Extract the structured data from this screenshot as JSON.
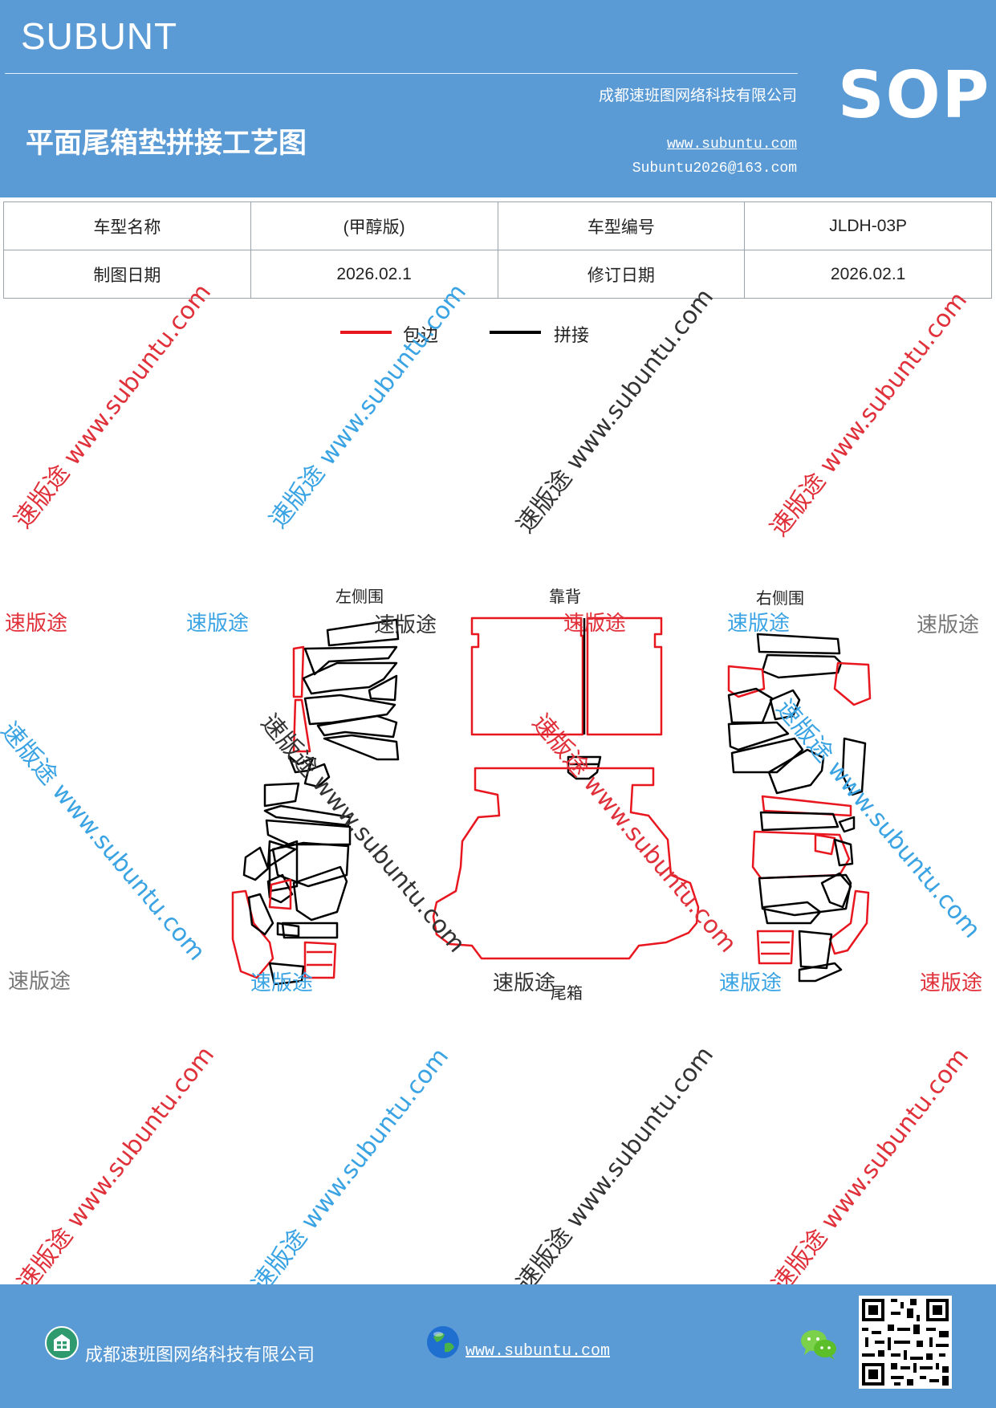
{
  "header": {
    "brand": "SUBUNT",
    "sop": "SOP",
    "company": "成都速班图网络科技有限公司",
    "title": "平面尾箱垫拼接工艺图",
    "website": "www.subuntu.com",
    "email": "Subuntu2026@163.com"
  },
  "info_table": {
    "rows": [
      [
        "车型名称",
        "(甲醇版)",
        "车型编号",
        "JLDH-03P"
      ],
      [
        "制图日期",
        "2026.02.1",
        "修订日期",
        "2026.02.1"
      ]
    ]
  },
  "legend": [
    {
      "color": "#e8161f",
      "label": "包边"
    },
    {
      "color": "#000000",
      "label": "拼接"
    }
  ],
  "diagram_labels": {
    "left_side": "左侧围",
    "backrest": "靠背",
    "right_side": "右侧围",
    "trunk": "尾箱"
  },
  "watermark": {
    "brand": "速版途",
    "url": "www.subuntu.com"
  },
  "colors": {
    "header_bg": "#5b9bd5",
    "edge_red": "#e8161f",
    "seam_black": "#000000",
    "wm_red": "#e0303a",
    "wm_blue": "#3aa3e3",
    "wm_gray": "#777777"
  },
  "footer": {
    "company": "成都速班图网络科技有限公司",
    "website": "www.subuntu.com",
    "icons": [
      "company-icon",
      "globe-icon",
      "wechat-icon",
      "qr-code-icon"
    ]
  }
}
